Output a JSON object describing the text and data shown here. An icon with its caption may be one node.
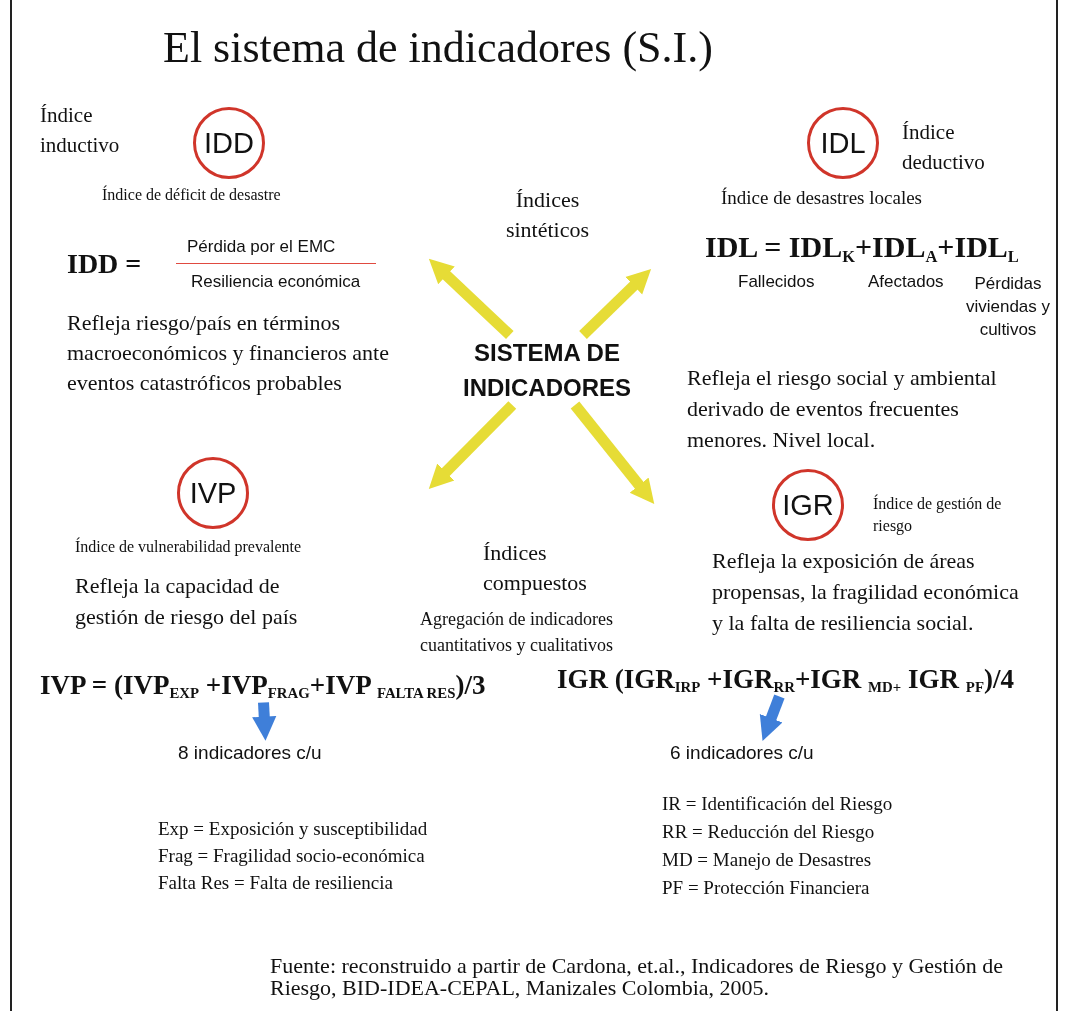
{
  "diagram": {
    "title": "El sistema de indicadores (S.I.)",
    "caption": "Fuente: reconstruido a partir de Cardona, et.al., Indicadores de Riesgo y Gestión de Riesgo, BID-IDEA-CEPAL, Manizales Colombia, 2005.",
    "nodes": [
      {
        "text": [
          "SISTEMA DE INDICADORES"
        ]
      },
      {
        "text": [
          "IDD"
        ],
        "beside": [
          "Índice inductivo",
          "Índice de déficit de desastre",
          "IDD =",
          "Pérdida por el EMC",
          "Resiliencia económica",
          "Refleja riesgo/país en términos macroeconómicos y financieros ante eventos catastróficos probables"
        ]
      },
      {
        "text": [
          "IDL"
        ],
        "beside": [
          "Índice deductivo",
          "Índice de desastres locales",
          "IDL = IDL$_{K}$+IDL$_{A}$+IDL$_{L}$",
          "Fallecidos",
          "Afectados",
          "Pérdidas viviendas y cultivos",
          "Refleja el riesgo social y ambiental derivado de eventos frecuentes menores. Nivel local."
        ]
      },
      {
        "text": [
          "IVP"
        ],
        "beside": [
          "Índice de vulnerabilidad prevalente",
          "Refleja la capacidad de gestión de riesgo del país"
        ]
      },
      {
        "text": [
          "IGR"
        ],
        "beside": [
          "Índice de gestión de riesgo",
          "Refleja la exposición de áreas propensas, la fragilidad económica y la falta de resiliencia social."
        ]
      },
      {
        "text": [
          "IVP = (IVP$_{EXP}$ +IVP$_{FRAG}$+IVP $_{FALTA RES}$)/3"
        ]
      },
      {
        "text": [
          "8 indicadores c/u"
        ]
      },
      {
        "text": [
          "IGR (IGR$_{IRP}$ +IGR$_{RR}$+IGR $_{MD+}$ IGR $_{PF}$)/4"
        ]
      },
      {
        "text": [
          "6 indicadores c/u"
        ]
      }
    ],
    "edges": [
      {
        "from": 0,
        "to": null,
        "arrow": "to"
      },
      {
        "from": 0,
        "to": null,
        "arrow": "to"
      },
      {
        "from": 0,
        "to": null,
        "arrow": "to"
      },
      {
        "from": 0,
        "to": null,
        "arrow": "to"
      },
      {
        "from": 5,
        "to": 6,
        "arrow": "to",
        "color": "#3f7fd9"
      },
      {
        "from": 7,
        "to": 8,
        "arrow": "to",
        "color": "#3f7fd9"
      }
    ],
    "labels": [
      "Índices sintéticos",
      "Índices compuestos",
      "Agregación de indicadores cuantitativos y cualitativos",
      "Exp = Exposición y susceptibilidad",
      "Frag = Fragilidad socio-económica",
      "Falta Res = Falta de resiliencia",
      "IR = Identificación del Riesgo",
      "RR = Reducción del Riesgo",
      "MD = Manejo de Desastres",
      "PF = Protección Financiera"
    ]
  }
}
